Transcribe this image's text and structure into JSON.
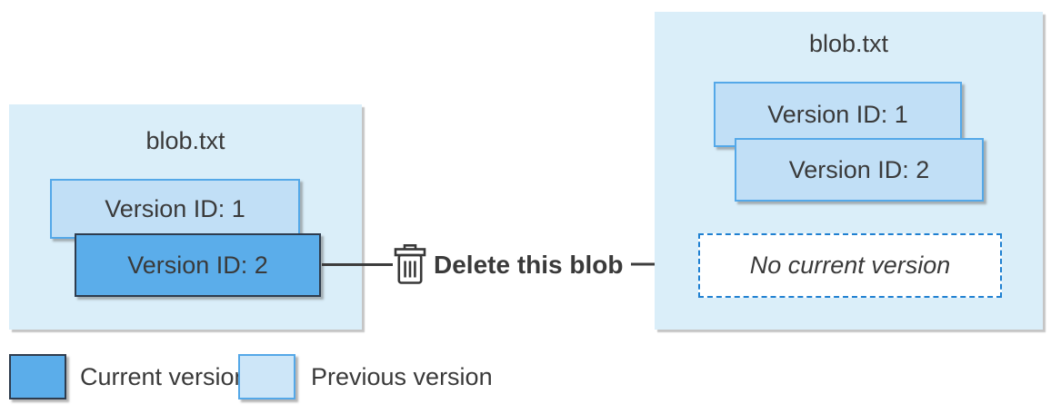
{
  "before_box": {
    "title": "blob.txt",
    "versions": [
      {
        "label": "Version ID: 1",
        "state": "previous"
      },
      {
        "label": "Version ID: 2",
        "state": "current"
      }
    ]
  },
  "action": {
    "icon": "trash-icon",
    "label": "Delete this blob"
  },
  "after_box": {
    "title": "blob.txt",
    "versions": [
      {
        "label": "Version ID: 1",
        "state": "previous"
      },
      {
        "label": "Version ID: 2",
        "state": "previous"
      }
    ],
    "current_slot": "No current version"
  },
  "legend": {
    "items": [
      {
        "label": "Current version",
        "swatch_color": "#5badea"
      },
      {
        "label": "Previous version",
        "swatch_color": "#cde6f8"
      }
    ]
  },
  "colors": {
    "panel_fill": "#daeef9",
    "current_fill": "#5badea",
    "current_border": "#2e3c4e",
    "previous_fill": "#c1dff6",
    "previous_border": "#54a8e8",
    "dashed_border": "#1f80d1",
    "connector": "#3d3d3d",
    "text": "#3a3a3a"
  }
}
